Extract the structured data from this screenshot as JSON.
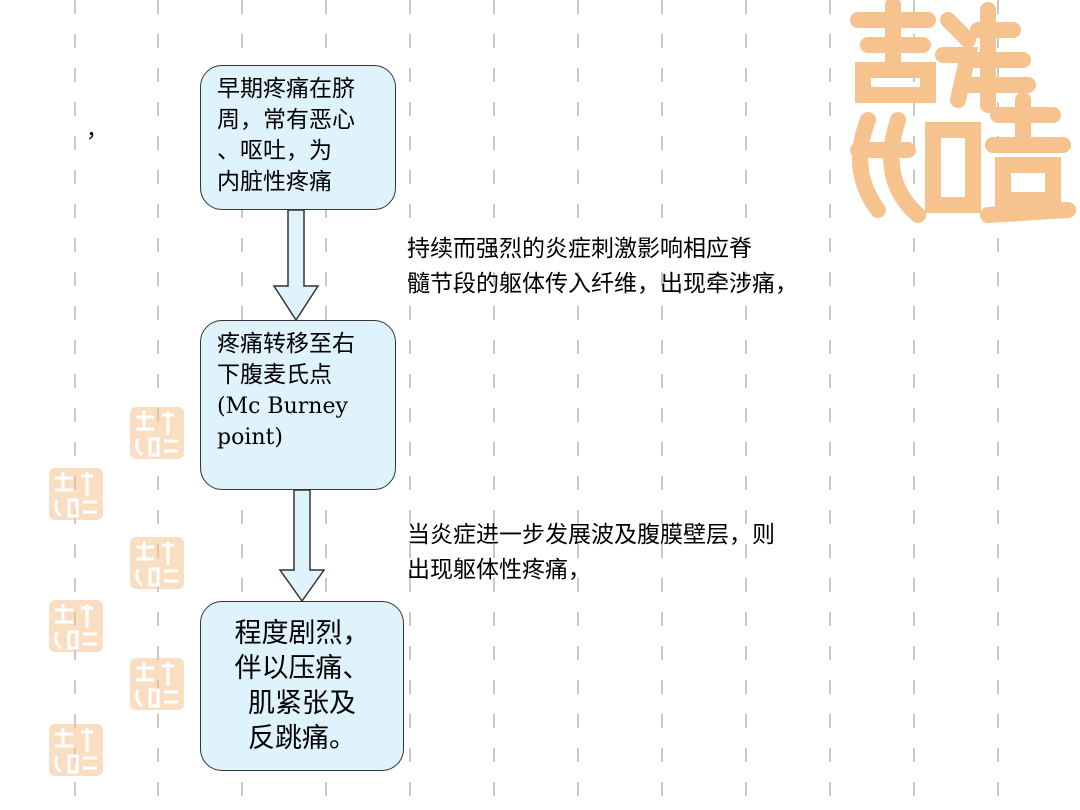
{
  "flow": {
    "step1": "早期疼痛在脐\n周，常有恶心\n、呕吐，为\n内脏性疼痛",
    "step2_cn": "疼痛转移至右\n下腹麦氏点",
    "step2_latin": " (Mc Burney\npoint)",
    "step3": "程度剧烈，\n伴以压痛、\n肌紧张及\n反跳痛。"
  },
  "notes": {
    "note1": "持续而强烈的炎症刺激影响相应脊\n髓节段的躯体传入纤维，出现牵涉痛，",
    "note2": "当炎症进一步发展波及腹膜壁层，则\n出现躯体性疼痛，"
  },
  "stray_mark": "，",
  "colors": {
    "box_fill": "#dff3fc",
    "seal": "#f6c28e",
    "guide": "#c8c8c8"
  },
  "decor": {
    "seal_text": "吉祥如意"
  }
}
